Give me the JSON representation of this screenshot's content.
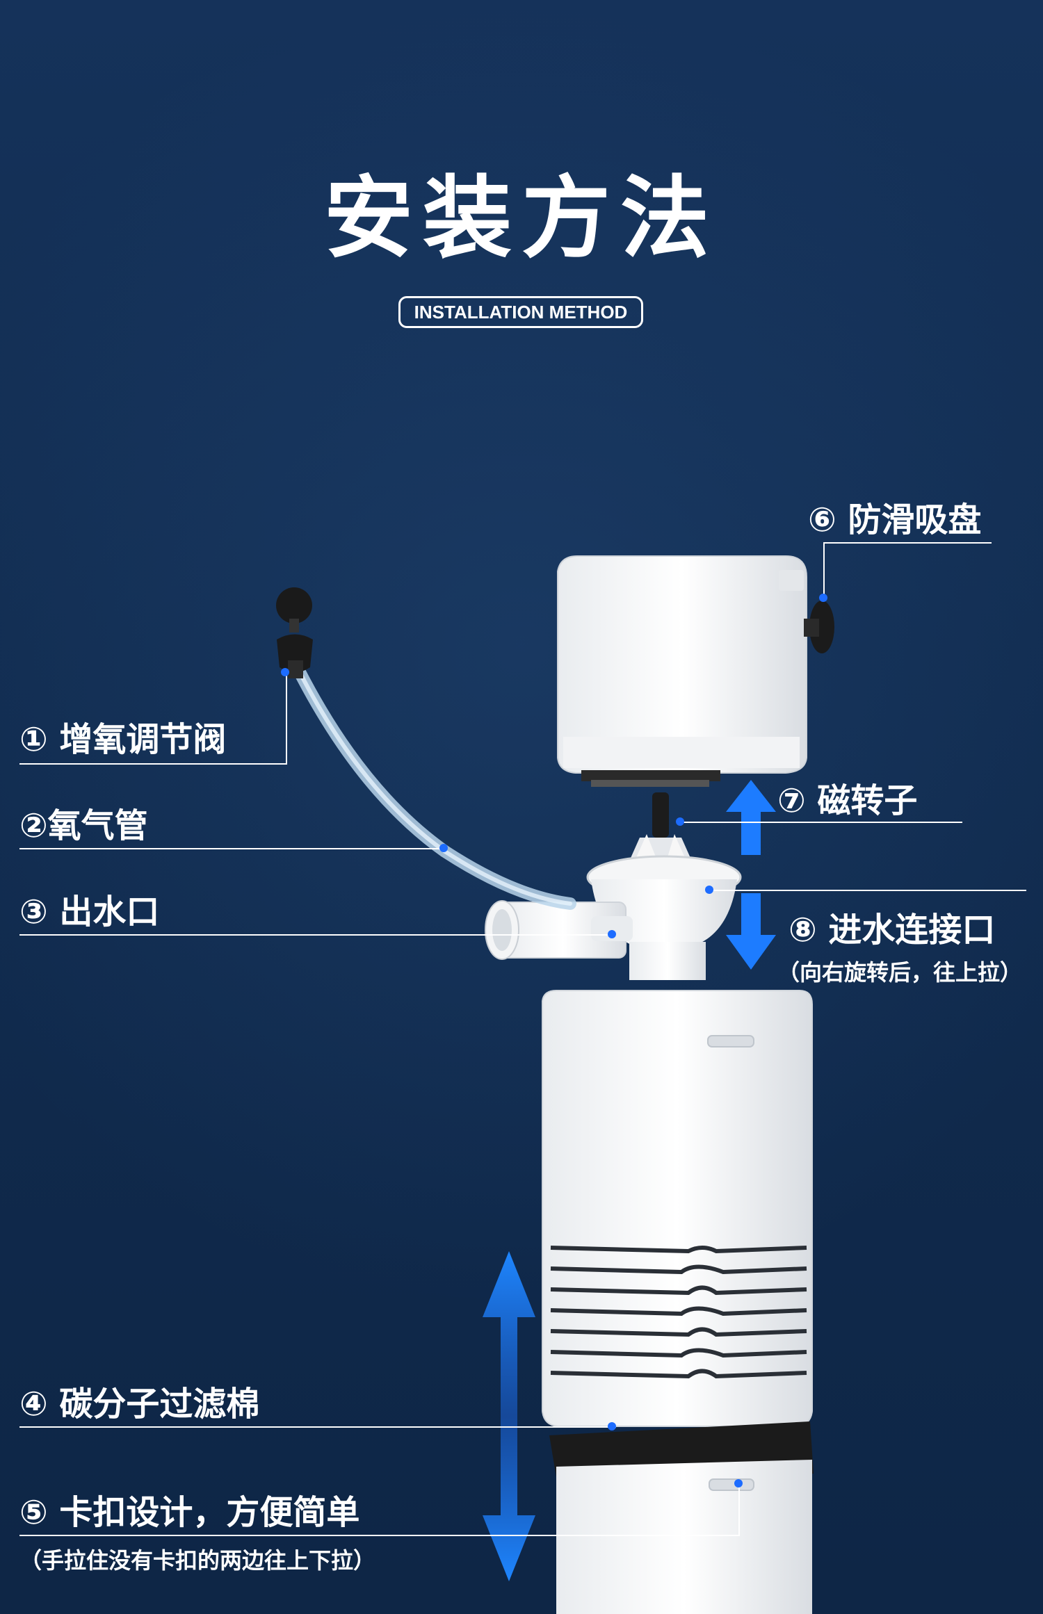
{
  "header": {
    "title": "安装方法",
    "subtitle": "INSTALLATION METHOD"
  },
  "callouts": [
    {
      "num": "①",
      "text": "增氧调节阀"
    },
    {
      "num": "②",
      "text": "氧气管"
    },
    {
      "num": "③",
      "text": "出水口"
    },
    {
      "num": "④",
      "text": "碳分子过滤棉"
    },
    {
      "num": "⑤",
      "text": "卡扣设计，方便简单",
      "note": "（手拉住没有卡扣的两边往上下拉）"
    },
    {
      "num": "⑥",
      "text": "防滑吸盘"
    },
    {
      "num": "⑦",
      "text": "磁转子"
    },
    {
      "num": "⑧",
      "text": "进水连接口",
      "note": "（向右旋转后，往上拉）"
    }
  ],
  "colors": {
    "background": "#0f2a4c",
    "arrow": "#1d7cff",
    "dot": "#1d6cff"
  }
}
